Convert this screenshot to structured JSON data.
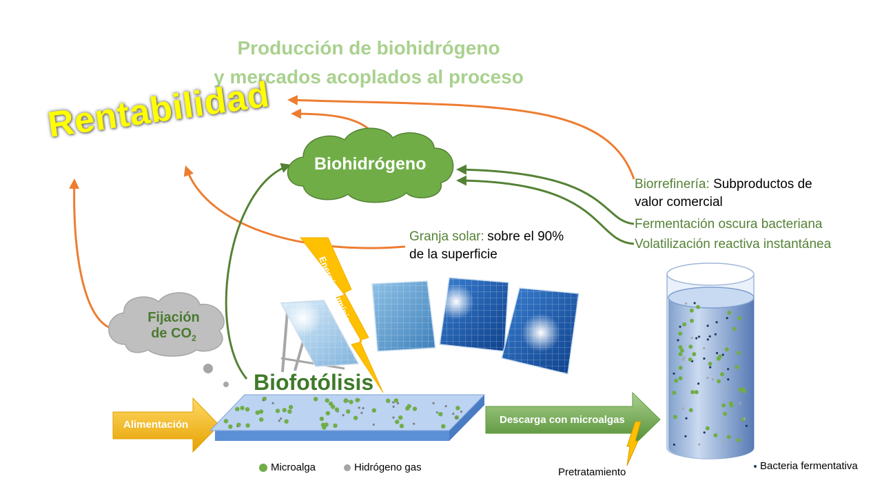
{
  "title": {
    "line1": "Producción de biohidrógeno",
    "line2": "y mercados acoplados al proceso"
  },
  "rentabilidad": "Rentabilidad",
  "biohidrogeno": "Biohidrógeno",
  "fijacion": {
    "line1": "Fijación",
    "line2_main": "de CO",
    "line2_sub": "2"
  },
  "biorrefineria": {
    "label": "Biorrefinería:",
    "text_line1": "Subproductos de",
    "text_line2": "valor comercial"
  },
  "fermentacion": "Fermentación oscura bacteriana",
  "volatilizacion": "Volatilización reactiva instantánea",
  "granja_solar": {
    "label": "Granja solar:",
    "text_line1": "sobre el 90%",
    "text_line2": "de la superficie"
  },
  "energia_luminica": "Energía Lumínica",
  "biofotolisis": "Biofotólisis",
  "alimentacion": "Alimentación",
  "descarga": "Descarga con microalgas",
  "pretratamiento": "Pretratamiento",
  "legend": {
    "microalga": "Microalga",
    "hidrogeno": "Hidrógeno gas",
    "bacteria": "Bacteria fermentativa"
  },
  "colors": {
    "title_green": "#a9d18e",
    "orange_arrow": "#ed7d31",
    "green_arrow": "#548235",
    "cloud_green": "#70ad47",
    "cloud_gray": "#bfbfbf",
    "rentabilidad_yellow": "#ffff00",
    "orange_block_arrow": "#ffc000",
    "green_block_arrow": "#70ad47",
    "panel_blue": "#2e75b6",
    "tank_blue": "#9dc3e6"
  },
  "icons": {
    "solar_panel": "solar-panel-icon",
    "lightning": "lightning-bolt-icon",
    "cloud": "cloud-icon",
    "tank": "cylinder-tank-icon"
  }
}
